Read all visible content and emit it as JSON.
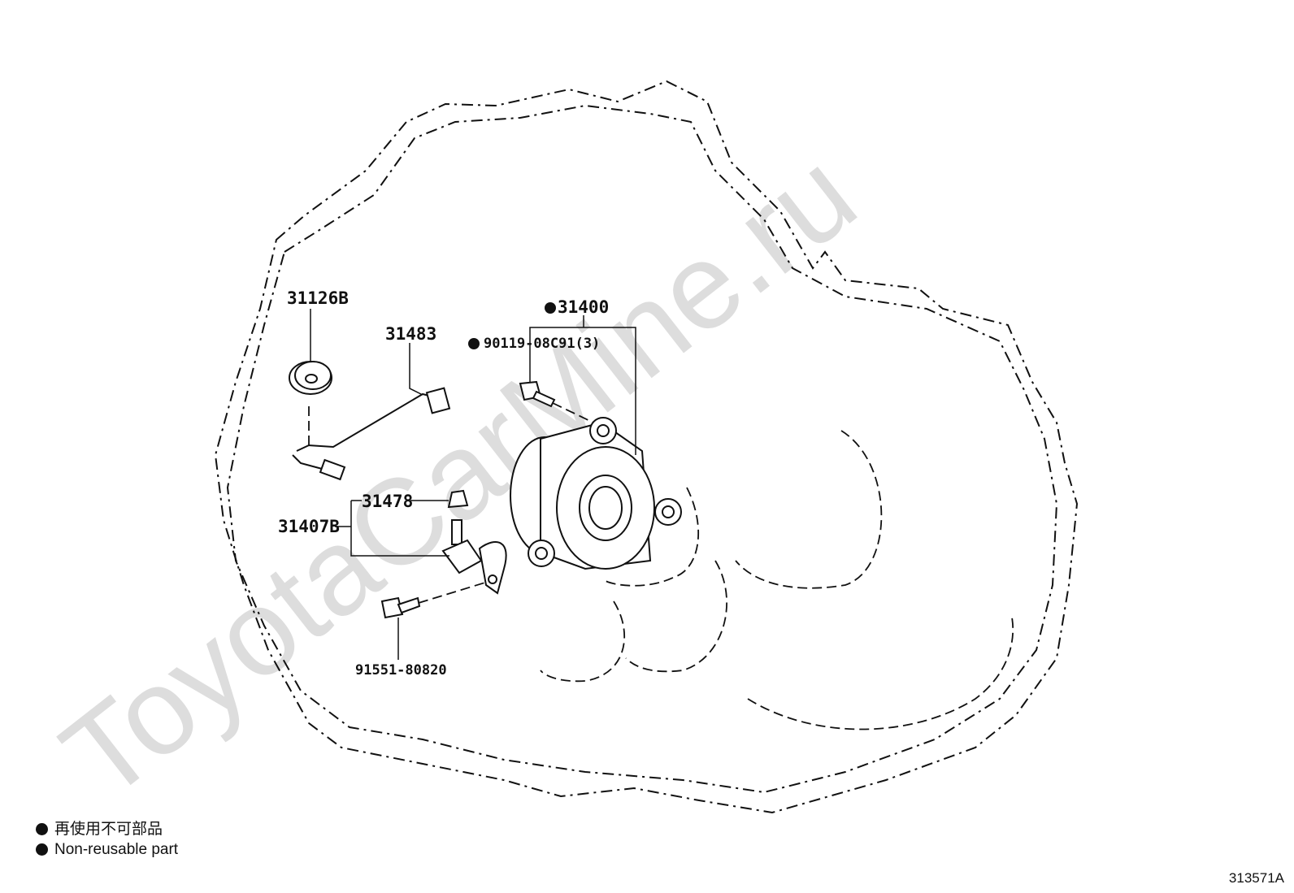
{
  "watermark": "ToyotaCarMine.ru",
  "parts": {
    "p31126B": "31126B",
    "p31483": "31483",
    "p31400": "31400",
    "p90119": "90119-08C91(3)",
    "p31478": "31478",
    "p31407B": "31407B",
    "p91551": "91551-80820"
  },
  "legend": {
    "line1": "再使用不可部品",
    "line2": "Non-reusable part"
  },
  "figure_number": "313571A"
}
